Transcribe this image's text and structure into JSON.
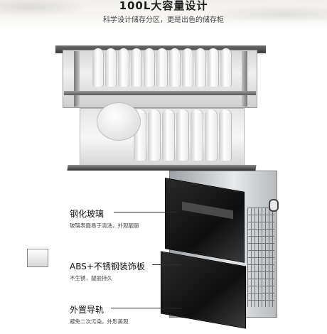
{
  "header": {
    "title": "100L大容量设计",
    "subtitle": "科学设计储存分区，更是出色的储存柜"
  },
  "features": [
    {
      "name": "钢化玻璃",
      "desc": "玻璃表面易于清洗，外观靓丽"
    },
    {
      "name": "ABS+不锈钢装饰板",
      "desc": "不生锈，靓丽持久"
    },
    {
      "name": "外置导轨",
      "desc": "避免二次污染，外形美观"
    }
  ],
  "icons": {
    "cabinet_illustration": "dish-rack-cabinet-image",
    "product_illustration": "disinfection-cabinet-image"
  }
}
